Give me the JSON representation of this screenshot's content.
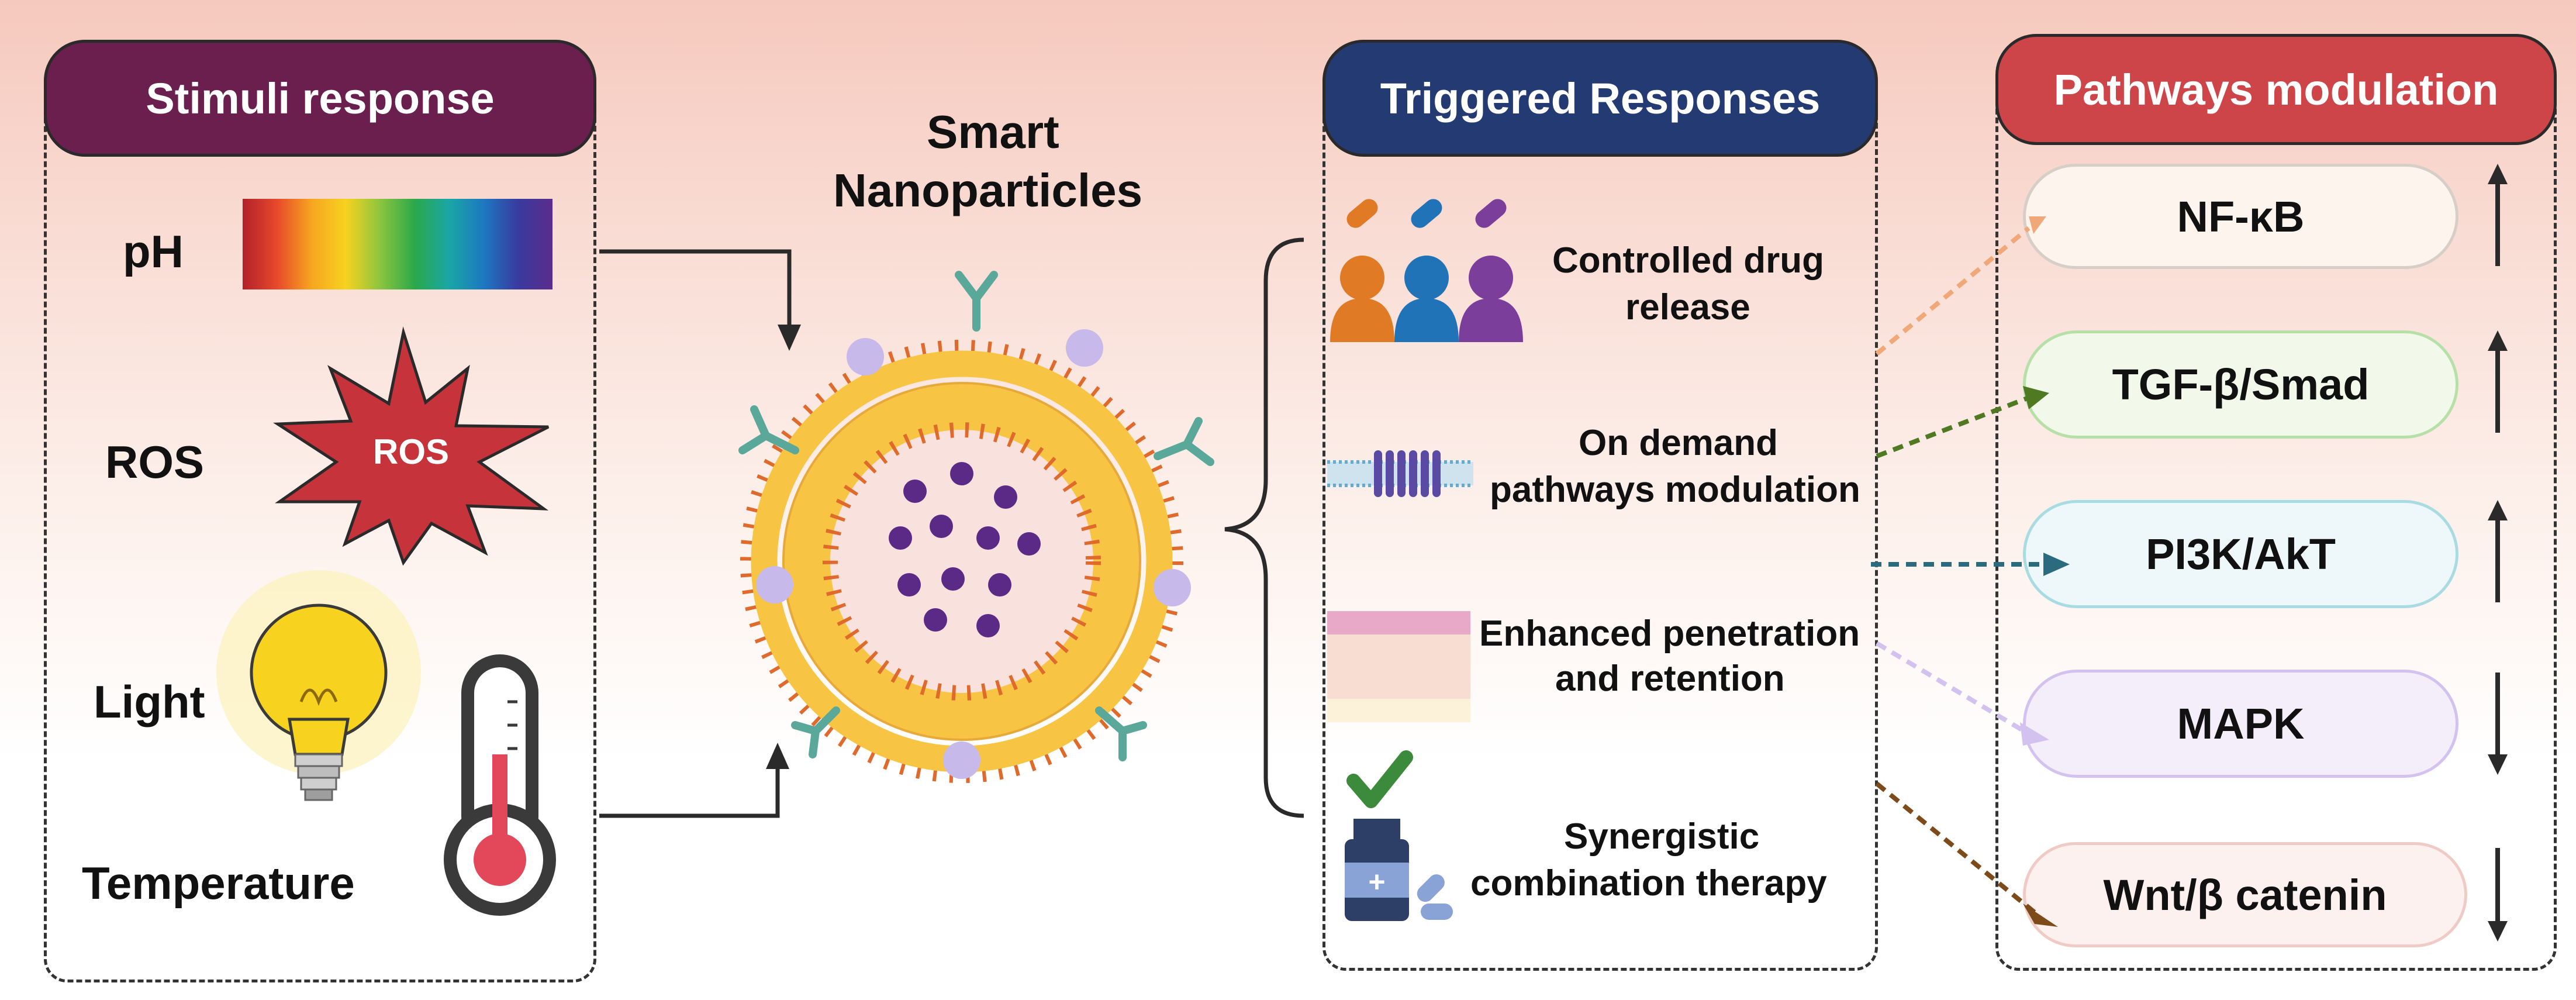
{
  "stimuli": {
    "title": "Stimuli response",
    "items": [
      "pH",
      "ROS",
      "Light",
      "Temperature"
    ],
    "ros_badge": "ROS",
    "icons": [
      "ph-gradient-icon",
      "ros-star-icon",
      "light-bulb-icon",
      "thermometer-icon"
    ]
  },
  "center": {
    "title_line1": "Smart",
    "title_line2": "Nanoparticles"
  },
  "triggered": {
    "title": "Triggered Responses",
    "items": [
      {
        "line1": "Controlled drug",
        "line2": "release"
      },
      {
        "line1": "On demand",
        "line2": "pathways modulation"
      },
      {
        "line1": "Enhanced penetration",
        "line2": "and retention"
      },
      {
        "line1": "Synergistic",
        "line2": "combination therapy"
      }
    ]
  },
  "pathways": {
    "title": "Pathways modulation",
    "items": [
      {
        "label": "NF-κB",
        "direction": "up"
      },
      {
        "label": "TGF-β/Smad",
        "direction": "up"
      },
      {
        "label": "PI3K/AkT",
        "direction": "up"
      },
      {
        "label": "MAPK",
        "direction": "down"
      },
      {
        "label": "Wnt/β catenin",
        "direction": "down"
      }
    ]
  },
  "colors": {
    "stimuli_header": "#6b1f4f",
    "triggered_header": "#233a73",
    "pathways_header": "#cd4548",
    "nanoparticle_orange": "#e06a2c",
    "nanoparticle_yellow": "#f7c543",
    "drug_purple": "#5b2a86"
  }
}
